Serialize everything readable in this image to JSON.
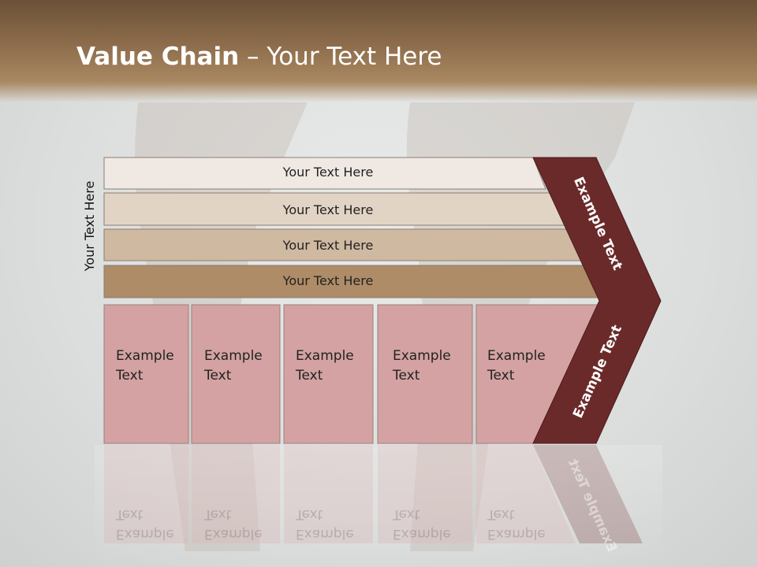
{
  "title": {
    "bold": "Value Chain",
    "rest": " – Your Text Here"
  },
  "side_label": "Your Text Here",
  "rows": [
    {
      "label": "Your Text Here",
      "color": "#f0e9e3"
    },
    {
      "label": "Your Text Here",
      "color": "#e2d4c5"
    },
    {
      "label": "Your Text Here",
      "color": "#cfb9a1"
    },
    {
      "label": "Your Text Here",
      "color": "#ad8c67"
    }
  ],
  "columns": [
    {
      "line1": "Example",
      "line2": "Text"
    },
    {
      "line1": "Example",
      "line2": "Text"
    },
    {
      "line1": "Example",
      "line2": "Text"
    },
    {
      "line1": "Example",
      "line2": "Text"
    },
    {
      "line1": "Example",
      "line2": "Text"
    }
  ],
  "column_color": "#d4a2a2",
  "chevron": {
    "top_label": "Example Text",
    "bottom_label": "Example Text",
    "color": "#6b2a2a"
  },
  "header_color": "#7d5f42"
}
